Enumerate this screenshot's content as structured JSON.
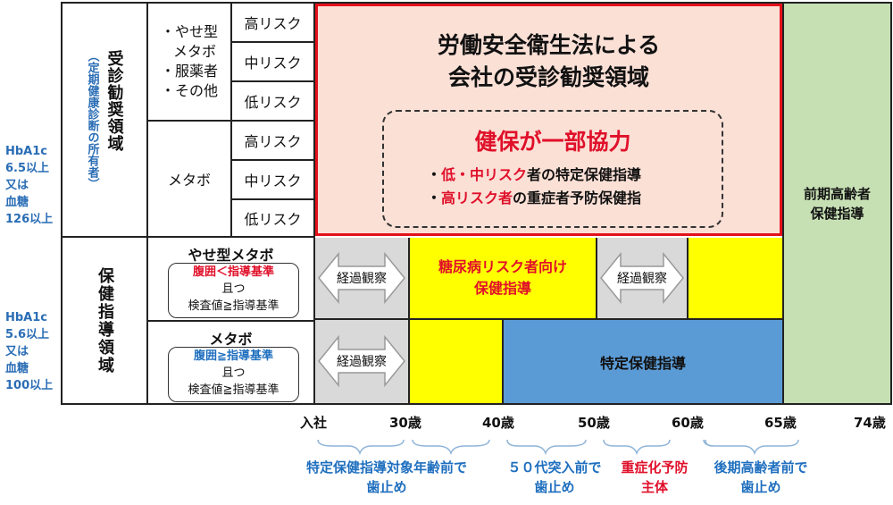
{
  "left_labels": {
    "upper": [
      "HbA1c",
      "6.5以上",
      "又は",
      "血糖",
      "126以上"
    ],
    "lower": [
      "HbA1c",
      "5.6以上",
      "又は",
      "血糖",
      "100以上"
    ]
  },
  "region_labels": {
    "upper_main": "受診勧奨領域",
    "upper_note": "（定期健康診断の所有者）",
    "lower_main": "保健指導領域"
  },
  "groups": {
    "upper1": [
      "・やせ型",
      "メタボ",
      "・服薬者",
      "・その他"
    ],
    "upper2": "メタボ",
    "lower1": {
      "title": "やせ型メタボ",
      "line1": "腹囲＜指導基準",
      "line2": "且つ",
      "line3": "検査値≧指導基準"
    },
    "lower2": {
      "title": "メタボ",
      "line1": "腹囲≧指導基準",
      "line2": "且つ",
      "line3": "検査値≧指導基準"
    }
  },
  "risks": [
    "高リスク",
    "中リスク",
    "低リスク",
    "高リスク",
    "中リスク",
    "低リスク"
  ],
  "main_box": {
    "title_line1": "労働安全衛生法による",
    "title_line2": "会社の受診勧奨領域",
    "inner_title": "健保が一部協力",
    "item1_red": "低・中リスク",
    "item1_rest": "者の特定保健指導",
    "item2_red": "高リスク者",
    "item2_rest": "の重症者予防保健指"
  },
  "bullet": "・",
  "zones": {
    "observation": "経過観察",
    "diabetes_line1": "糖尿病リスク者向け",
    "diabetes_line2": "保健指導",
    "specific": "特定保健指導",
    "elderly_line1": "前期高齢者",
    "elderly_line2": "保健指導"
  },
  "axis": [
    "入社",
    "30歳",
    "40歳",
    "50歳",
    "60歳",
    "65歳",
    "74歳"
  ],
  "bottom_notes": {
    "note1_line1": "特定保健指導対象年齢前で",
    "note1_line2": "歯止め",
    "note2_line1": "５０代突入前で",
    "note2_line2": "歯止め",
    "note3_line1": "重症化予防",
    "note3_line2": "主体",
    "note4_line1": "後期高齢者前で",
    "note4_line2": "歯止め"
  },
  "colors": {
    "main_fill": "#fbe0d6",
    "main_border": "#e4101a",
    "yellow": "#ffff00",
    "blue_fill": "#5b9bd5",
    "green_fill": "#c6e0b4",
    "gray": "#d9d9d9",
    "label_blue": "#2a6db5",
    "accent_red": "#e0102a"
  }
}
